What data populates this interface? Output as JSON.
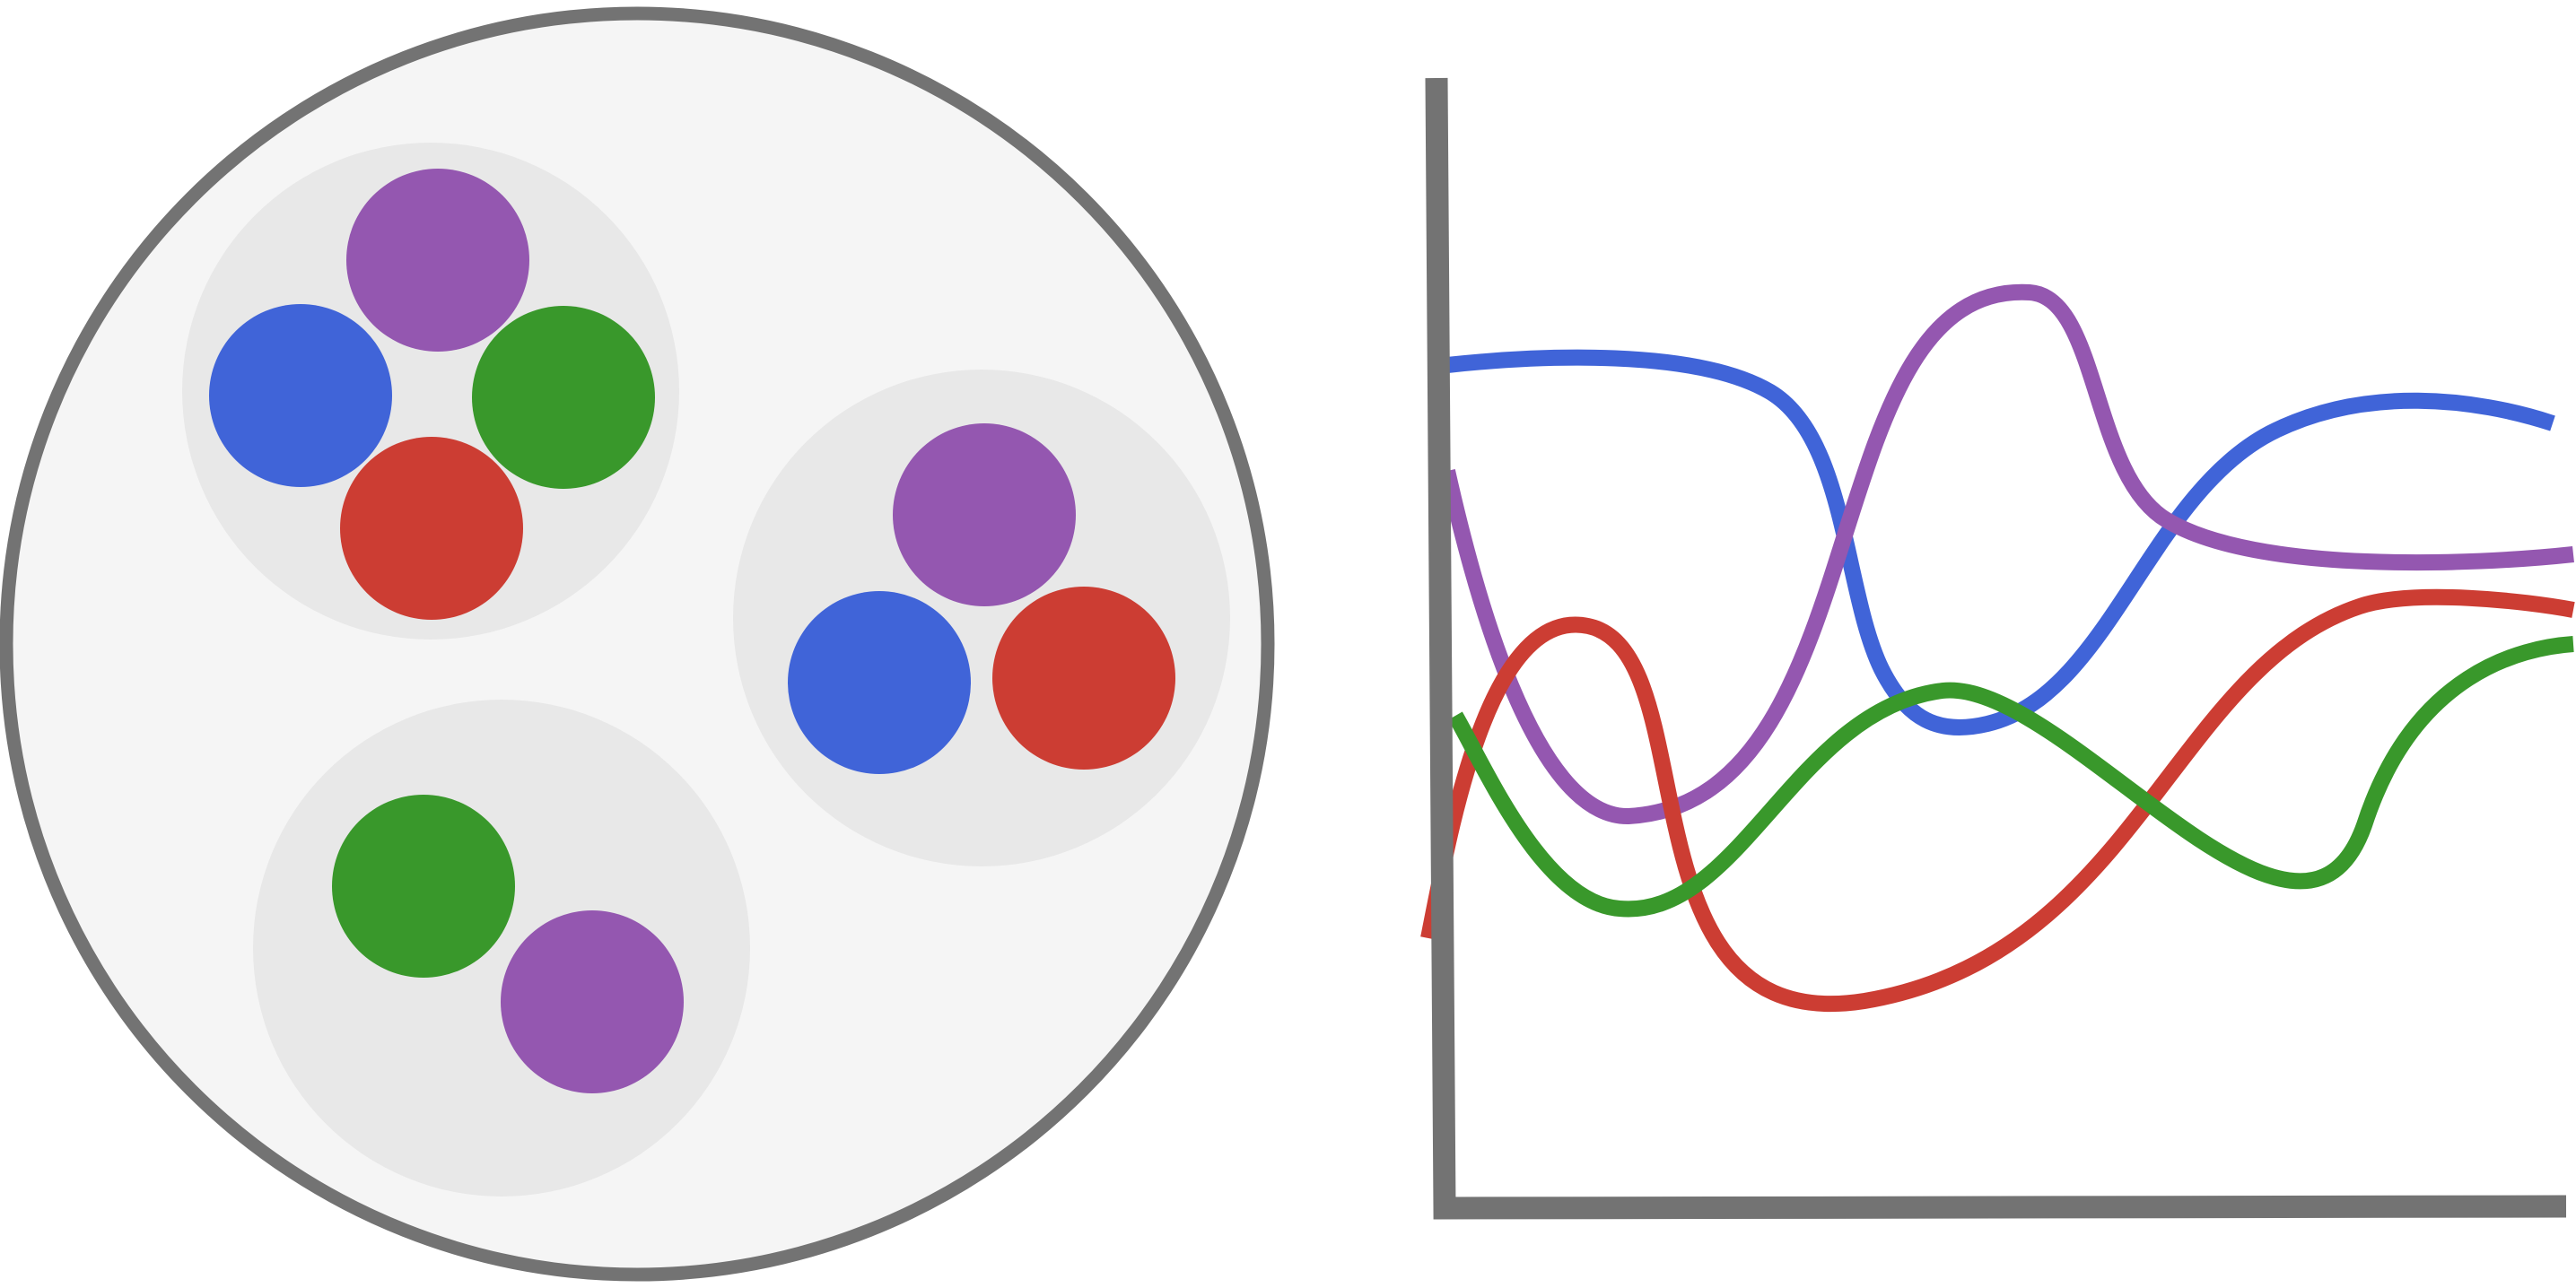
{
  "colors": {
    "container_fill": "#f5f5f5",
    "container_stroke": "#737373",
    "group_fill": "#e8e8e8",
    "axis": "#737373",
    "purple": "#9457b0",
    "blue": "#4064d8",
    "green": "#39982b",
    "red": "#cc3d33"
  },
  "container": {
    "groups": [
      {
        "name": "group-top-left",
        "members": [
          "purple",
          "blue",
          "green",
          "red"
        ]
      },
      {
        "name": "group-right",
        "members": [
          "purple",
          "blue",
          "red"
        ]
      },
      {
        "name": "group-bottom",
        "members": [
          "green",
          "purple"
        ]
      }
    ]
  },
  "plot": {
    "series": [
      {
        "color": "blue"
      },
      {
        "color": "purple"
      },
      {
        "color": "red"
      },
      {
        "color": "green"
      }
    ]
  }
}
